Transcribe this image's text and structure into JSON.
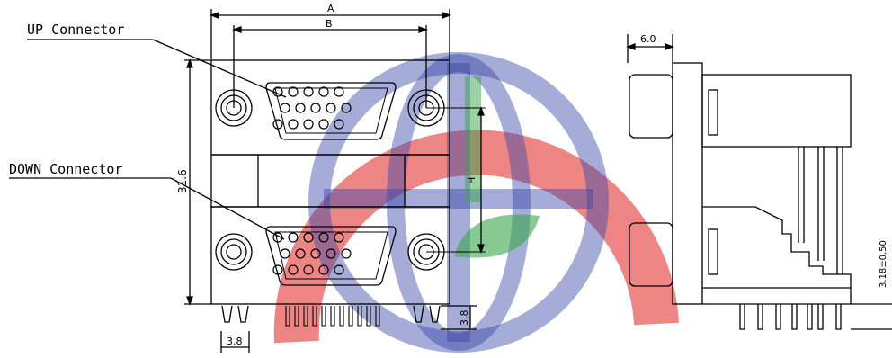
{
  "labels": {
    "up_connector": "UP Connector",
    "down_connector": "DOWN Connector"
  },
  "dimensions": {
    "a": "A",
    "b": "B",
    "h": "H",
    "height": "31.6",
    "pin_pitch_bottom": "3.8",
    "pin_length": "3.8",
    "side_offset": "6.0",
    "pin_height": "3.18±0.50"
  },
  "colors": {
    "line": "#000000",
    "watermark_red": "#e02020",
    "watermark_blue": "#3848a8",
    "watermark_green": "#3aa64a"
  },
  "watermark": "red-blue-green-globe-logo"
}
